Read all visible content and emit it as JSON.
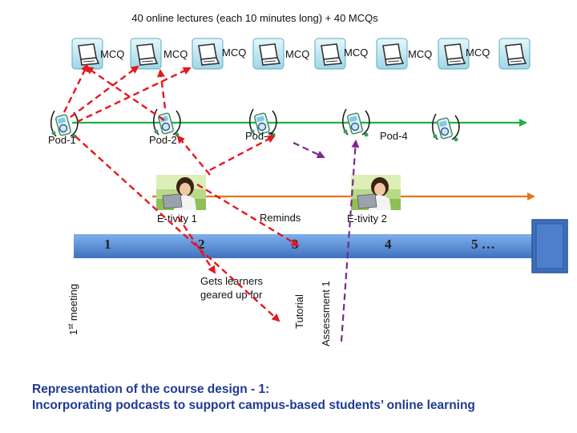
{
  "title": "40 online lectures (each 10 minutes long) + 40 MCQs",
  "mcq_label": "MCQ",
  "pods": [
    "Pod-1",
    "Pod-2",
    "Pod-3",
    "Pod-4"
  ],
  "etivities": [
    "E-tivity 1",
    "E-tivity 2"
  ],
  "reminds": "Reminds",
  "weeks": [
    "1",
    "2",
    "3",
    "4",
    "5 …"
  ],
  "first_meeting": {
    "base": "1",
    "sup": "st",
    "rest": " meeting"
  },
  "tutorial": "Tutorial",
  "assessment": "Assessment 1",
  "gets_learners": [
    "Gets learners",
    "geared up for"
  ],
  "caption": {
    "line1": "Representation of the course design - 1:",
    "line2": "Incorporating podcasts to support campus-based students’ online learning"
  },
  "colors": {
    "green_arrow": "#1db14b",
    "orange_arrow": "#e0761a",
    "red_dashed": "#e5171f",
    "purple_dashed": "#7a2a8a",
    "timeline": "#5b8ed6",
    "caption": "#1f3a93"
  },
  "icons": {
    "mcq": "laptop-icon",
    "pod": "ipod-headphones-icon",
    "etivity": "student-with-laptop-photo"
  }
}
